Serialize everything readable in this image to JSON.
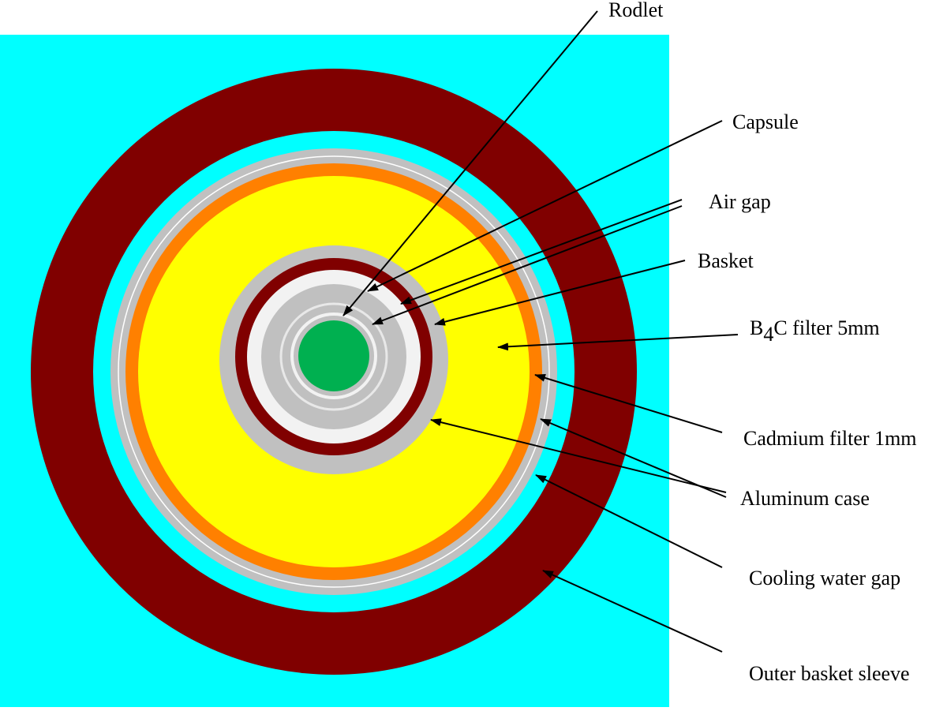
{
  "colors": {
    "background_water": "#00ffff",
    "outer_basket_sleeve": "#800000",
    "aluminum_case": "#c0c0c0",
    "cadmium_filter": "#ff8000",
    "b4c_filter": "#ffff00",
    "basket": "#800000",
    "capsule_light": "#f2f2f2",
    "capsule_gray": "#c0c0c0",
    "rodlet": "#00b050",
    "line": "#000000"
  },
  "labels": {
    "rodlet": "Rodlet",
    "capsule": "Capsule",
    "air_gap": "Air gap",
    "basket": "Basket",
    "b4c_b": "B",
    "b4c_sub": "4",
    "b4c_rest": "C filter 5mm",
    "cadmium_filter": "Cadmium filter 1mm",
    "aluminum_case": "Aluminum case",
    "cooling_water_gap": "Cooling water gap",
    "outer_basket_sleeve": "Outer basket sleeve"
  }
}
